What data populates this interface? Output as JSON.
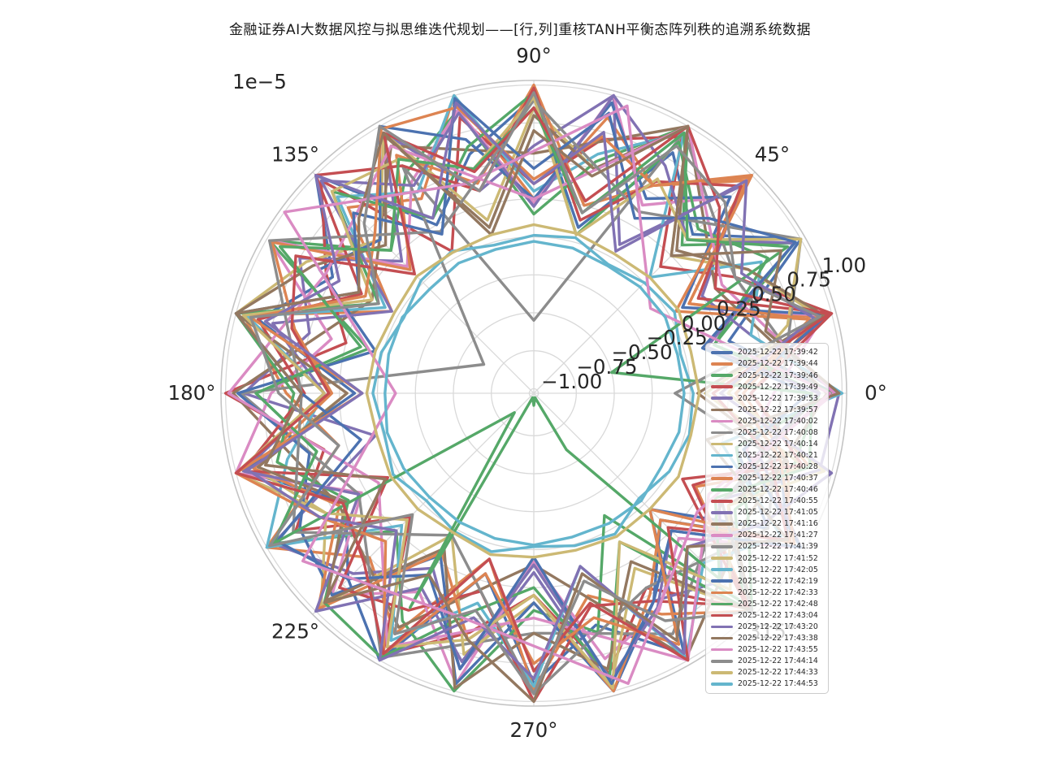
{
  "title": "金融证券AI大数据风控与拟思维迭代规划——[行,列]重核TANH平衡态阵列秩的追溯系统数据",
  "palette": [
    "#4C72B0",
    "#DD8452",
    "#55A868",
    "#C44E52",
    "#8172B3",
    "#937860",
    "#DA8BC3",
    "#8C8C8C",
    "#CCB974",
    "#64B5CD"
  ],
  "style": {
    "grid_color": "#d9d9d9",
    "spine_color": "#c4c4c4",
    "text_color": "#262626",
    "line_width": 3.4,
    "legend_bg": "rgba(255,255,255,0.8)"
  },
  "chart_data": {
    "type": "line",
    "projection": "polar",
    "title": "金融证券AI大数据风控与拟思维迭代规划——[行,列]重核TANH平衡态阵列秩的追溯系统数据",
    "grid": true,
    "legend_position": "right",
    "theta_tick_labels": [
      "0°",
      "45°",
      "90°",
      "135°",
      "180°",
      "225°",
      "270°",
      "315°"
    ],
    "theta_ticks_deg": [
      0,
      45,
      90,
      135,
      180,
      225,
      270,
      315
    ],
    "r_axis": {
      "rlim": [
        -1.03,
        1.03
      ],
      "ticks": [
        -1.0,
        -0.75,
        -0.5,
        -0.25,
        0.0,
        0.25,
        0.5,
        0.75,
        1.0
      ],
      "tick_labels": [
        "−1.00",
        "−0.75",
        "−0.50",
        "−0.25",
        "0.00",
        "0.25",
        "0.50",
        "0.75",
        "1.00"
      ],
      "offset_text": "1e−5",
      "scale_factor": 1e-05,
      "rlabel_angle_deg": 22.5
    },
    "note": "Each series is sampled at uniform angles 0..360°, count = values.length; values are tanh-like amplitudes in units of 1e-5, estimated from plot.",
    "series": [
      {
        "name": "2025-12-22 17:39:42",
        "color": "#4C72B0",
        "values": [
          0.95,
          0.3,
          1.0,
          0.45,
          0.8,
          0.1,
          0.92,
          0.6,
          0.25,
          1.0,
          0.5,
          0.85,
          0.15,
          0.95,
          0.4,
          0.7,
          1.0,
          0.2,
          0.88,
          0.55,
          0.95,
          0.05,
          0.75,
          0.35
        ]
      },
      {
        "name": "2025-12-22 17:39:44",
        "color": "#DD8452",
        "values": [
          0.4,
          0.9,
          0.15,
          0.98,
          0.55,
          0.85,
          0.25,
          1.0,
          0.45,
          0.7,
          0.05,
          0.95,
          0.6,
          0.3,
          1.0,
          0.5,
          0.8,
          0.1,
          0.92,
          0.35,
          0.65,
          1.0,
          0.2,
          0.85
        ]
      },
      {
        "name": "2025-12-22 17:39:46",
        "color": "#55A868",
        "values": [
          0.85,
          0.2,
          0.95,
          0.35,
          1.0,
          0.55,
          0.15,
          0.9,
          0.65,
          0.3,
          0.98,
          0.1,
          0.8,
          0.45,
          0.95,
          0.25,
          0.7,
          1.0,
          0.4,
          0.6,
          -0.1,
          0.92,
          0.5,
          0.75
        ]
      },
      {
        "name": "2025-12-22 17:39:49",
        "color": "#C44E52",
        "values": [
          0.3,
          1.0,
          0.5,
          0.15,
          0.92,
          0.7,
          0.35,
          0.85,
          0.05,
          0.95,
          0.55,
          0.25,
          1.0,
          0.4,
          0.78,
          0.12,
          0.96,
          0.6,
          0.3,
          0.88,
          0.45,
          0.98,
          0.18,
          0.65
        ]
      },
      {
        "name": "2025-12-22 17:39:53",
        "color": "#8172B3",
        "values": [
          0.98,
          0.45,
          0.25,
          0.9,
          0.1,
          1.0,
          0.6,
          0.35,
          0.95,
          0.2,
          0.75,
          0.5,
          0.88,
          0.05,
          0.95,
          0.65,
          0.3,
          0.85,
          0.15,
          1.0,
          0.55,
          0.72,
          0.38,
          0.92
        ]
      },
      {
        "name": "2025-12-22 17:39:57",
        "color": "#937860",
        "values": [
          0.9,
          0.35,
          1.0,
          0.55,
          0.85,
          0.2,
          0.95,
          0.45,
          0.75,
          0.1,
          0.98,
          0.6
        ]
      },
      {
        "name": "2025-12-22 17:40:02",
        "color": "#DA8BC3",
        "values": [
          0.55,
          0.95,
          0.1,
          0.8,
          0.4,
          1.0,
          0.22,
          0.9,
          0.58,
          0.15,
          0.98,
          0.35,
          0.7,
          1.0,
          0.28,
          0.85,
          0.48,
          0.95,
          0.08,
          0.78,
          0.62,
          0.32,
          1.0,
          0.42
        ]
      },
      {
        "name": "2025-12-22 17:40:08",
        "color": "#8C8C8C",
        "values": [
          0.85,
          0.5,
          0.95,
          -0.55,
          0.7,
          -0.65,
          0.9,
          0.3,
          0.98,
          0.55,
          0.8,
          0.4
        ]
      },
      {
        "name": "2025-12-22 17:40:14",
        "color": "#CCB974",
        "values": [
          0.1,
          0.92,
          0.6,
          0.25,
          1.0,
          0.5,
          0.85,
          0.15,
          0.95,
          0.4,
          0.7,
          1.0,
          0.2,
          0.88,
          0.55,
          0.95,
          0.05,
          0.75,
          0.35,
          0.95,
          0.3,
          1.0,
          0.45,
          0.8
        ]
      },
      {
        "name": "2025-12-22 17:40:21",
        "color": "#64B5CD",
        "values": [
          1.0,
          0.45,
          0.7,
          0.05,
          0.95,
          0.6,
          0.3,
          1.0,
          0.5,
          0.8,
          0.1,
          0.92,
          0.35,
          0.65,
          1.0,
          0.2,
          0.85,
          0.4,
          0.9,
          0.15,
          0.98,
          0.55,
          0.85,
          0.25
        ]
      },
      {
        "name": "2025-12-22 17:40:28",
        "color": "#4C72B0",
        "values": [
          0.3,
          0.98,
          0.1,
          0.8,
          0.45,
          0.95,
          0.25,
          0.7,
          1.0,
          0.4,
          0.6,
          0.05,
          0.92,
          0.5,
          0.75,
          0.85,
          0.2,
          0.95,
          0.35,
          1.0,
          0.55,
          0.15,
          0.9,
          0.65
        ]
      },
      {
        "name": "2025-12-22 17:40:37",
        "color": "#DD8452",
        "values": [
          0.35,
          0.85,
          0.05,
          0.95,
          0.55,
          0.25,
          1.0,
          0.4,
          0.78,
          0.12,
          0.96,
          0.6,
          0.3,
          0.88,
          0.45,
          0.98,
          0.18,
          0.65,
          0.3,
          1.0,
          0.5,
          0.15,
          0.92,
          0.7
        ]
      },
      {
        "name": "2025-12-22 17:40:46",
        "color": "#55A868",
        "values": [
          0.95,
          0.2,
          0.75,
          0.5,
          0.88,
          0.05,
          0.95,
          0.65,
          0.3,
          0.85,
          0.15,
          1.0,
          0.55,
          0.72,
          0.38,
          0.92,
          0.98,
          0.45,
          0.25,
          0.9,
          0.1,
          1.0,
          0.6,
          0.35
        ]
      },
      {
        "name": "2025-12-22 17:40:55",
        "color": "#C44E52",
        "values": [
          0.4,
          1.0,
          0.22,
          0.9,
          0.58,
          0.15,
          0.98,
          0.35,
          0.7,
          1.0,
          0.28,
          0.85,
          0.48,
          0.95,
          0.08,
          0.78,
          0.62,
          0.32,
          1.0,
          0.42,
          0.55,
          0.95,
          0.1,
          0.8
        ]
      },
      {
        "name": "2025-12-22 17:41:05",
        "color": "#8172B3",
        "values": [
          0.85,
          0.15,
          0.95,
          0.4,
          0.7,
          1.0,
          0.2,
          0.88,
          0.55,
          0.95,
          0.05,
          0.75,
          0.35,
          0.95,
          0.3,
          1.0,
          0.45,
          0.8,
          0.1,
          0.92,
          0.6,
          0.25,
          1.0,
          0.5
        ]
      },
      {
        "name": "2025-12-22 17:41:16",
        "color": "#937860",
        "values": [
          0.05,
          0.95,
          0.6,
          0.3,
          1.0,
          0.5,
          0.8,
          0.1,
          0.92,
          0.35,
          0.65,
          1.0,
          0.2,
          0.85,
          0.4,
          0.9,
          0.15,
          0.98,
          0.55,
          0.85,
          0.25,
          1.0,
          0.45,
          0.7
        ]
      },
      {
        "name": "2025-12-22 17:41:27",
        "color": "#DA8BC3",
        "values": [
          0.95,
          0.4,
          1.0,
          0.25,
          0.85,
          0.55,
          0.98,
          0.15,
          0.9,
          0.45,
          1.0,
          0.3
        ]
      },
      {
        "name": "2025-12-22 17:41:39",
        "color": "#8C8C8C",
        "values": [
          0.6,
          1.0,
          0.35,
          0.9,
          0.2,
          0.98,
          0.5,
          0.8,
          0.05,
          0.95,
          0.45,
          0.75
        ]
      },
      {
        "name": "2025-12-22 17:41:52",
        "color": "#CCB974",
        "values": [
          0.25,
          0.7,
          1.0,
          0.4,
          0.6,
          0.05,
          0.92,
          0.5,
          0.75,
          0.85,
          0.2,
          0.95,
          0.35,
          1.0,
          0.55,
          0.15,
          0.9,
          0.65,
          0.3,
          0.98,
          0.1,
          0.8,
          0.45,
          0.95
        ]
      },
      {
        "name": "2025-12-22 17:42:05",
        "color": "#64B5CD",
        "values": [
          0.02,
          -0.03,
          0.04,
          0.0,
          -0.05,
          0.03,
          0.01,
          -0.02,
          0.05,
          0.02,
          -0.04,
          0.01,
          0.03,
          -0.01,
          0.04,
          -0.03,
          0.02,
          0.05,
          -0.02,
          0.01,
          0.04,
          -0.05,
          0.0,
          0.03
        ]
      },
      {
        "name": "2025-12-22 17:42:19",
        "color": "#4C72B0",
        "values": [
          0.78,
          0.12,
          0.96,
          0.6,
          0.3,
          0.88,
          0.45,
          0.98,
          0.18,
          0.65,
          0.3,
          1.0,
          0.5,
          0.15,
          0.92,
          0.7,
          0.35,
          0.85,
          0.05,
          0.95,
          0.55,
          0.25,
          1.0,
          0.4
        ]
      },
      {
        "name": "2025-12-22 17:42:33",
        "color": "#DD8452",
        "values": [
          0.3,
          0.85,
          0.15,
          1.0,
          0.55,
          0.72,
          0.38,
          0.92,
          0.98,
          0.45,
          0.25,
          0.9,
          0.1,
          1.0,
          0.6,
          0.35,
          0.95,
          0.2,
          0.75,
          0.5,
          0.88,
          0.05,
          0.95,
          0.65
        ]
      },
      {
        "name": "2025-12-22 17:42:48",
        "color": "#55A868",
        "values": [
          0.8,
          -0.5,
          0.9,
          0.4,
          0.95,
          0.2,
          0.85,
          0.5,
          0.75,
          0.3,
          0.9,
          0.15,
          0.8,
          0.45,
          0.95,
          -0.85,
          0.6,
          -1.0,
          -0.95,
          -1.0,
          -0.6,
          0.7,
          0.35,
          0.85
        ]
      },
      {
        "name": "2025-12-22 17:43:04",
        "color": "#C44E52",
        "values": [
          0.15,
          0.98,
          0.35,
          0.7,
          1.0,
          0.28,
          0.85,
          0.48,
          0.95,
          0.08,
          0.78,
          0.62,
          0.32,
          1.0,
          0.42,
          0.55,
          0.95,
          0.1,
          0.8,
          0.4,
          1.0,
          0.22,
          0.9,
          0.58
        ]
      },
      {
        "name": "2025-12-22 17:43:20",
        "color": "#8172B3",
        "values": [
          0.2,
          0.88,
          0.55,
          0.95,
          0.05,
          0.75,
          0.35,
          0.95,
          0.3,
          1.0,
          0.45,
          0.8,
          0.1,
          0.92,
          0.6,
          0.25,
          1.0,
          0.5,
          0.85,
          0.15,
          0.95,
          0.4,
          0.7,
          1.0
        ]
      },
      {
        "name": "2025-12-22 17:43:38",
        "color": "#937860",
        "values": [
          0.98,
          0.55,
          0.85,
          0.25,
          1.0,
          0.45,
          0.7,
          0.05,
          0.95,
          0.6,
          0.3,
          1.0,
          0.5,
          0.8,
          0.1,
          0.92,
          0.35,
          0.65,
          1.0,
          0.2,
          0.85,
          0.4,
          0.9,
          0.15
        ]
      },
      {
        "name": "2025-12-22 17:43:55",
        "color": "#DA8BC3",
        "values": [
          0.92,
          -0.08,
          0.96,
          0.42,
          1.0,
          -0.12,
          0.85,
          0.52,
          0.98,
          0.3
        ]
      },
      {
        "name": "2025-12-22 17:44:14",
        "color": "#8C8C8C",
        "values": [
          -0.1,
          0.92,
          0.5,
          0.75,
          0.85,
          0.2,
          0.95,
          0.35,
          1.0,
          0.55,
          0.15,
          0.9,
          0.65,
          0.3,
          0.98,
          0.1,
          0.8,
          0.45,
          0.95,
          0.25,
          0.7,
          1.0,
          0.4,
          0.6
        ]
      },
      {
        "name": "2025-12-22 17:44:33",
        "color": "#CCB974",
        "values": [
          0.06,
          0.04,
          0.07,
          0.05,
          0.03,
          0.06,
          0.08,
          0.05,
          0.04,
          0.06,
          0.03,
          0.05,
          0.07,
          0.04,
          0.06,
          0.05,
          0.03,
          0.07,
          0.05,
          0.04,
          0.06,
          0.05,
          0.07,
          0.04
        ]
      },
      {
        "name": "2025-12-22 17:44:53",
        "color": "#64B5CD",
        "values": [
          -0.04,
          -0.05,
          -0.03,
          -0.04,
          -0.06,
          -0.04,
          -0.03,
          -0.05,
          -0.04,
          -0.06,
          -0.03,
          -0.04,
          -0.05,
          -0.03,
          -0.04,
          -0.06,
          -0.05,
          -0.04,
          -0.03,
          -0.05,
          -0.04,
          -0.03,
          -0.06,
          -0.04
        ]
      }
    ]
  }
}
